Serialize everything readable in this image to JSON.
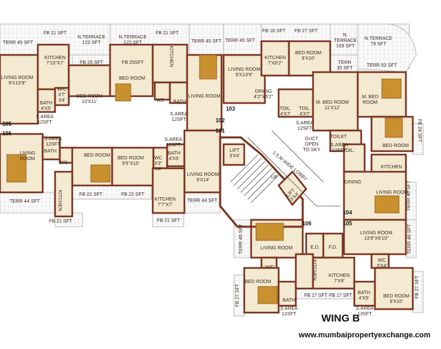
{
  "title": "WING B",
  "website": "www.mumbaipropertyexchange.com",
  "colors": {
    "wall": "#7a3520",
    "floor": "#f4ead2",
    "terrace_grid": "#cfcfcf",
    "furniture": "#c9902f"
  },
  "flat_numbers": [
    "101",
    "102",
    "103",
    "104",
    "105",
    "106",
    "105",
    "106"
  ],
  "labels": [
    {
      "t": [
        "TERR 45 SFT"
      ]
    },
    {
      "t": [
        "FB 21 SFT"
      ]
    },
    {
      "t": [
        "N.TERRACE",
        "122 SFT"
      ]
    },
    {
      "t": [
        "N.TERRACE",
        "122 SFT"
      ]
    },
    {
      "t": [
        "FB 21 SFT"
      ]
    },
    {
      "t": [
        "TERR 45 SFT"
      ]
    },
    {
      "t": [
        "KITCHEN",
        "7'10\"X7'"
      ]
    },
    {
      "t": [
        "FB 25 SFT"
      ]
    },
    {
      "t": [
        "FB 25SFT"
      ]
    },
    {
      "t": [
        "LIVING ROOM",
        "9'X13'9\""
      ]
    },
    {
      "t": [
        "BED ROOM"
      ]
    },
    {
      "t": [
        "KITCHEN"
      ]
    },
    {
      "t": [
        "W/C",
        "3'7\"",
        "X4'"
      ]
    },
    {
      "t": [
        "BED ROOM",
        "10'X11'"
      ]
    },
    {
      "t": [
        "WC"
      ]
    },
    {
      "t": [
        "BATH"
      ]
    },
    {
      "t": [
        "LIVING ROOM"
      ]
    },
    {
      "t": [
        "BATH",
        "4'X5'"
      ]
    },
    {
      "t": [
        "S.AREA",
        "12SFT"
      ]
    },
    {
      "t": [
        "S.AREA",
        "12SFT"
      ]
    },
    {
      "t": [
        "TERR 45 SFT"
      ]
    },
    {
      "t": [
        "FB 18 SFT"
      ]
    },
    {
      "t": [
        "FB 27 SFT"
      ]
    },
    {
      "t": [
        "N.",
        "TERRACE",
        "109 SFT"
      ]
    },
    {
      "t": [
        "N.TERRACE",
        "79 SFT"
      ]
    },
    {
      "t": [
        "TERR",
        "30 SFT"
      ]
    },
    {
      "t": [
        "TERR 63 SFT"
      ]
    },
    {
      "t": [
        "KITCHEN",
        "7'X8'2\""
      ]
    },
    {
      "t": [
        "BED ROOM",
        "9'X10'"
      ]
    },
    {
      "t": [
        "LIVING ROOM",
        "9'X13'9\""
      ]
    },
    {
      "t": [
        "DINING",
        "4'2\"X5'2\""
      ]
    },
    {
      "t": [
        "TOIL.",
        "4'X7'"
      ]
    },
    {
      "t": [
        "TOIL.",
        "4'X7'"
      ]
    },
    {
      "t": [
        "M. BED ROOM",
        "11'X12'"
      ]
    },
    {
      "t": [
        "M. BED",
        "ROOM"
      ]
    },
    {
      "t": [
        "S.AREA",
        "12SFT"
      ]
    },
    {
      "t": [
        "TOILET"
      ]
    },
    {
      "t": [
        "BED ROOM"
      ]
    },
    {
      "t": [
        "FB 24 SFT"
      ]
    },
    {
      "t": [
        "DUCT",
        "OPEN",
        "TO SKY"
      ]
    },
    {
      "t": [
        "1.5 M WIDE LOBBY"
      ]
    },
    {
      "t": [
        "LIFT",
        "3'X4'"
      ]
    },
    {
      "t": [
        "UP"
      ]
    },
    {
      "t": [
        "LIFT",
        "3'X4'"
      ]
    },
    {
      "t": [
        "S.AREA",
        "12SFT"
      ]
    },
    {
      "t": [
        "TOIL."
      ]
    },
    {
      "t": [
        "KITCHEN"
      ]
    },
    {
      "t": [
        "DINING"
      ]
    },
    {
      "t": [
        "LIVING ROOM"
      ]
    },
    {
      "t": [
        "TERR 46 SFT"
      ]
    },
    {
      "t": [
        "S.AREA",
        "12SFT"
      ]
    },
    {
      "t": [
        "LIVING",
        "ROOM"
      ]
    },
    {
      "t": [
        "BATH"
      ]
    },
    {
      "t": [
        "W/C"
      ]
    },
    {
      "t": [
        "BED ROOM"
      ]
    },
    {
      "t": [
        "BED ROOM",
        "9'5\"X10'"
      ]
    },
    {
      "t": [
        "WC",
        "3'3\"",
        "X4'"
      ]
    },
    {
      "t": [
        "BATH",
        "4'X5'"
      ]
    },
    {
      "t": [
        "S.AREA",
        "12SFT"
      ]
    },
    {
      "t": [
        "LIVING ROOM",
        "9'X14'"
      ]
    },
    {
      "t": [
        "KITCHEN"
      ]
    },
    {
      "t": [
        "FB 22 SFT"
      ]
    },
    {
      "t": [
        "FB 22 SFT"
      ]
    },
    {
      "t": [
        "KITCHEN",
        "7'7\"X7'"
      ]
    },
    {
      "t": [
        "TERR 44 SFT"
      ]
    },
    {
      "t": [
        "TERR 44 SFT"
      ]
    },
    {
      "t": [
        "FB 21 SFT"
      ]
    },
    {
      "t": [
        "FB 21 SFT"
      ]
    },
    {
      "t": [
        "TERR 46 SFT"
      ]
    },
    {
      "t": [
        "LIVING ROOM"
      ]
    },
    {
      "t": [
        "E.D."
      ]
    },
    {
      "t": [
        "F.D."
      ]
    },
    {
      "t": [
        "LIVING ROOM",
        "13'9\"X8'10\""
      ]
    },
    {
      "t": [
        "TERR 46 SFT"
      ]
    },
    {
      "t": [
        "W/C"
      ]
    },
    {
      "t": [
        "KITCHEN"
      ]
    },
    {
      "t": [
        "KITCHEN",
        "7'X8'"
      ]
    },
    {
      "t": [
        "WC",
        "3'X4'"
      ]
    },
    {
      "t": [
        "BED ROOM"
      ]
    },
    {
      "t": [
        "FB 27 SFT"
      ]
    },
    {
      "t": [
        "BATH"
      ]
    },
    {
      "t": [
        "FB 17 SFT"
      ]
    },
    {
      "t": [
        "FB 17 SFT"
      ]
    },
    {
      "t": [
        "BATH",
        "4'X5'"
      ]
    },
    {
      "t": [
        "BED ROOM",
        "9'X10'"
      ]
    },
    {
      "t": [
        "FB 27 SFT"
      ]
    },
    {
      "t": [
        "S.AREA",
        "12SFT"
      ]
    },
    {
      "t": [
        "S.AREA",
        "13SFT"
      ]
    }
  ]
}
